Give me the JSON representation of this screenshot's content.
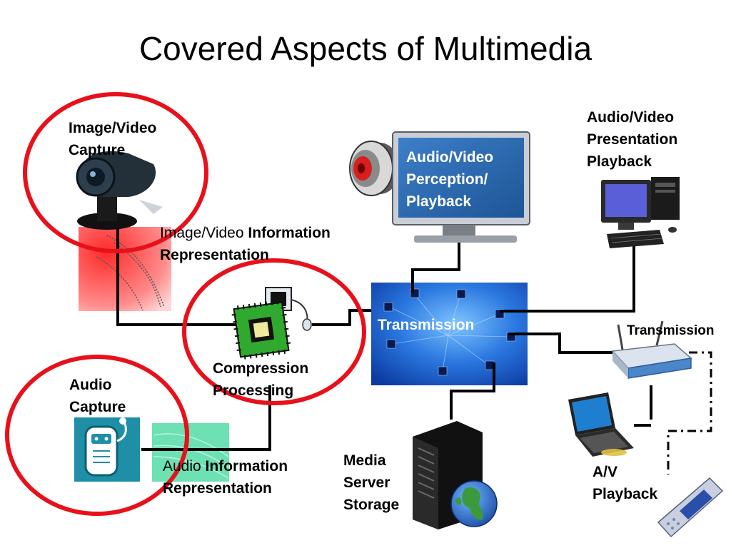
{
  "title": "Covered Aspects of Multimedia",
  "labels": {
    "image_video_capture": [
      "Image/Video",
      "Capture"
    ],
    "image_video_info": {
      "line1_normal": "Image/Video ",
      "line1_bold": "Information",
      "line2": "Representation"
    },
    "compression": [
      "Compression",
      "Processing"
    ],
    "audio_capture": [
      "Audio",
      "Capture"
    ],
    "audio_info": {
      "line1_normal": "Audio ",
      "line1_bold": "Information",
      "line2": "Representation"
    },
    "perception": [
      "Audio/Video",
      "Perception/",
      "Playback"
    ],
    "presentation": [
      "Audio/Video",
      "Presentation",
      "Playback"
    ],
    "transmission_center": "Transmission",
    "transmission_router": "Transmission",
    "media_server": [
      "Media",
      "Server",
      "Storage"
    ],
    "av_playback": [
      "A/V",
      "Playback"
    ]
  },
  "colors": {
    "highlight_ring": "#e8101a",
    "wire": "#000000",
    "network_panel": "#1a5fd0",
    "tv_screen": "#2b6cb8",
    "chip": "#2faa2f"
  },
  "icons": [
    "webcam-icon",
    "chip-icon",
    "audio-recorder-icon",
    "speaker-icon",
    "tv-icon",
    "desktop-pc-icon",
    "router-icon",
    "laptop-icon",
    "server-icon",
    "globe-icon",
    "mobile-phone-icon"
  ]
}
